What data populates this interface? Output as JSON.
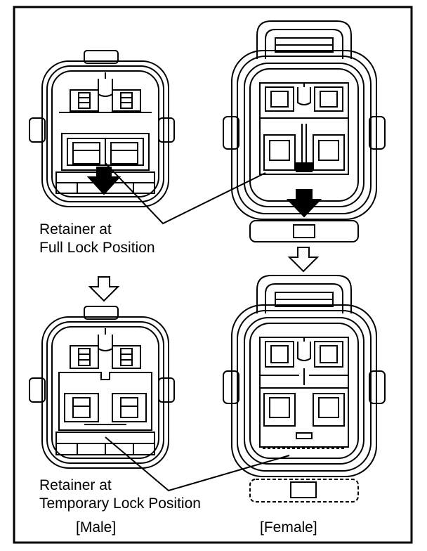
{
  "labels": {
    "full_lock_line1": "Retainer at",
    "full_lock_line2": "Full Lock Position",
    "temp_lock_line1": "Retainer at",
    "temp_lock_line2": "Temporary Lock Position",
    "male": "[Male]",
    "female": "[Female]"
  },
  "colors": {
    "line": "#000000",
    "background": "#ffffff"
  }
}
